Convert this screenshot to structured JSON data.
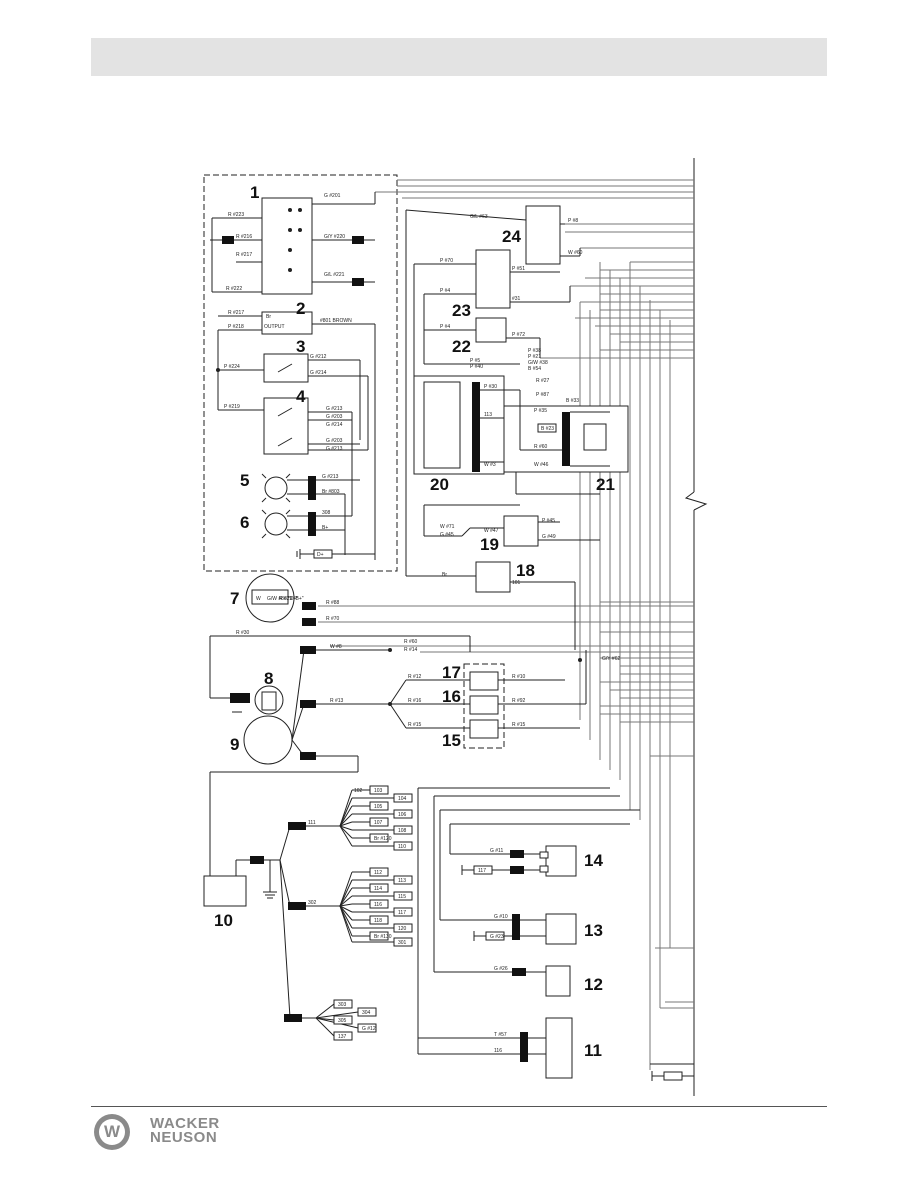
{
  "components": [
    {
      "id": "1",
      "label": "1"
    },
    {
      "id": "2",
      "label": "2"
    },
    {
      "id": "3",
      "label": "3"
    },
    {
      "id": "4",
      "label": "4"
    },
    {
      "id": "5",
      "label": "5"
    },
    {
      "id": "6",
      "label": "6"
    },
    {
      "id": "7",
      "label": "7"
    },
    {
      "id": "8",
      "label": "8"
    },
    {
      "id": "9",
      "label": "9"
    },
    {
      "id": "10",
      "label": "10"
    },
    {
      "id": "11",
      "label": "11"
    },
    {
      "id": "12",
      "label": "12"
    },
    {
      "id": "13",
      "label": "13"
    },
    {
      "id": "14",
      "label": "14"
    },
    {
      "id": "15",
      "label": "15"
    },
    {
      "id": "16",
      "label": "16"
    },
    {
      "id": "17",
      "label": "17"
    },
    {
      "id": "18",
      "label": "18"
    },
    {
      "id": "19",
      "label": "19"
    },
    {
      "id": "20",
      "label": "20"
    },
    {
      "id": "21",
      "label": "21"
    },
    {
      "id": "22",
      "label": "22"
    },
    {
      "id": "23",
      "label": "23"
    },
    {
      "id": "24",
      "label": "24"
    }
  ],
  "wire_labels": [
    "G #201",
    "R #223",
    "R #216",
    "R #217",
    "R #222",
    "G/Y #220",
    "G/L #221",
    "R #217",
    "P #218",
    "Br",
    "OUTPUT",
    "#801 BROWN",
    "P #224",
    "G #212",
    "G #214",
    "P #219",
    "G #213",
    "G #203",
    "G #214",
    "G #203",
    "G #213",
    "G #215",
    "Br #808",
    "G #213",
    "Br #803",
    "308",
    "B+",
    "D+",
    "W",
    "G/W #86 \"D+\"",
    "R #29 \"B+\"",
    "R #88",
    "R #70",
    "R #30",
    "W #8",
    "R #60",
    "R #14",
    "R #13",
    "R #12",
    "R #16",
    "R #15",
    "R #10",
    "R #92",
    "R #15",
    "G/Y #62",
    "G/L #63",
    "P #8",
    "W #60",
    "P #70",
    "P #51",
    "P #4",
    "#31",
    "P #4",
    "P #72",
    "P #5",
    "P #40",
    "P #38",
    "P #21",
    "G/W #38",
    "B #54",
    "R #27",
    "P #87",
    "B #33",
    "P #30",
    "113",
    "P #35",
    "B #23",
    "R #60",
    "W #3",
    "W #46",
    "W #71",
    "G #45",
    "W #47",
    "P #45",
    "G #49",
    "Br",
    "101",
    "102",
    "103",
    "104",
    "105",
    "106",
    "107",
    "108",
    "Br #120",
    "110",
    "111",
    "112",
    "113",
    "114",
    "115",
    "116",
    "117",
    "118",
    "120",
    "Br #130",
    "301",
    "302",
    "303",
    "304",
    "305",
    "G #12",
    "137",
    "G #11",
    "117",
    "G #10",
    "G #23",
    "G #26",
    "T #57",
    "116"
  ],
  "brand": {
    "logo_glyph": "W",
    "line1": "WACKER",
    "line2": "NEUSON"
  }
}
